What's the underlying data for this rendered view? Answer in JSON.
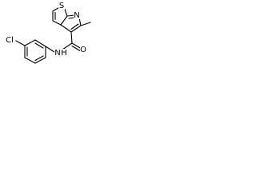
{
  "molecule": {
    "atoms": {
      "sulfur": "S",
      "ring_nitrogen": "N",
      "amide_nitrogen": "N",
      "amide_hydrogen": "H",
      "oxygen": "O",
      "chlorine": "Cl"
    },
    "colors": {
      "bond": "#000000",
      "label": "#000000",
      "background": "#ffffff"
    }
  }
}
